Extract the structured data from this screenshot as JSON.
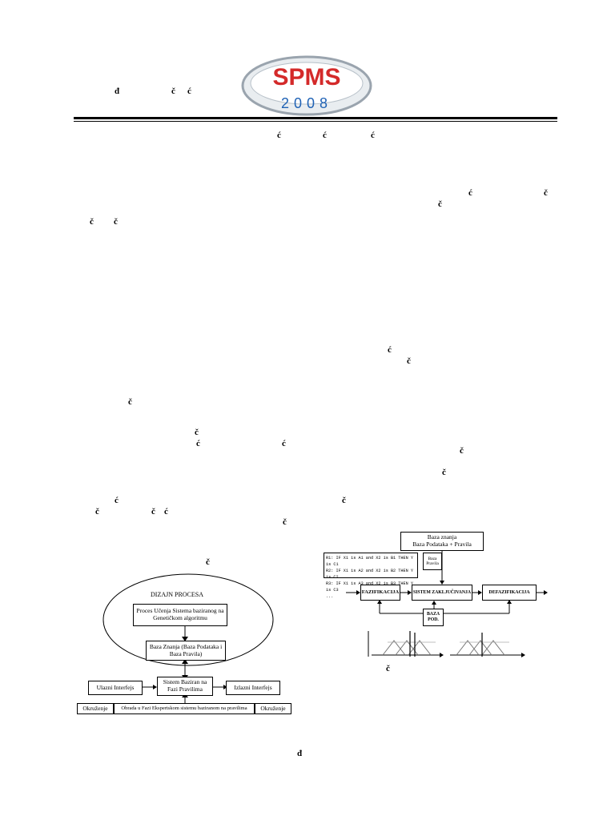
{
  "header": {
    "glyph_d": "đ",
    "glyph_c1": "č",
    "glyph_c2": "ć",
    "logo_text": "SPMS",
    "logo_year": "2008",
    "colors": {
      "logo_red": "#d42a2a",
      "logo_blue": "#1f62b5",
      "logo_grey": "#9aa4ae"
    }
  },
  "scattered_glyphs": {
    "title_c1": "ć",
    "title_c2": "ć",
    "title_c3": "ć",
    "r1_a": "ć",
    "r1_b": "č",
    "r2_a": "č",
    "l1_a": "č",
    "l1_b": "č",
    "r3_a": "ć",
    "r3_b": "č",
    "l2_a": "č",
    "l3_a": "č",
    "l3_b": "ć",
    "l3_c": "ć",
    "r4_a": "č",
    "r5_a": "č",
    "l4_a": "ć",
    "r6_a": "č",
    "l5_a": "č",
    "l5_b": "č",
    "l5_c": "ć",
    "l6_a": "č",
    "l7_a": "č",
    "r7_a": "č",
    "footer_d": "đ"
  },
  "left_diagram": {
    "title": "DIZAJN PROCESA",
    "learning": "Proces Učenja Sistema baziranog na Genetičkom algoritmu",
    "knowledge": "Baza Znanja (Baza Podataka i Baza Pravila)",
    "system": "Sistem Baziran na Fazi Pravilima",
    "input": "Ulazni Interfejs",
    "output": "Izlazni Interfejs",
    "env_left": "Okruženje",
    "env_right": "Okruženje",
    "processing": "Obrada u Fazi Ekspertskom sistemu baziranom na pravilima"
  },
  "right_diagram": {
    "knowledge": "Baza znanja",
    "knowledge_sub": "Baza Podataka + Pravila",
    "rules_label": "Baza Pravila",
    "rules": [
      "R1: IF X1 is A1 and  X2 is B1 THEN Y is C1",
      "R2: IF X1 is A2 and  X2 is B2 THEN Y is C2",
      "R3: IF X1 is A3 and  X2 is B3 THEN Y is C3",
      "..."
    ],
    "fuzz": "FAZIFIKACIJA",
    "inference": "SISTEM ZAKLJUČIVANJA",
    "defuzz": "DEFAZIFIKACIJA",
    "db": "BAZA POD."
  }
}
